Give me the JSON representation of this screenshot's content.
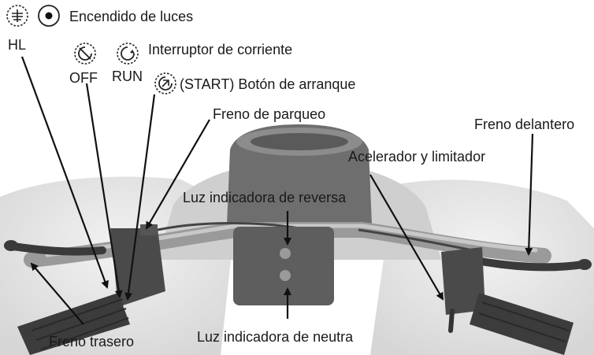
{
  "labels": {
    "light_switch": "Encendido de luces",
    "hl": "HL",
    "power_switch": "Interruptor de corriente",
    "off": "OFF",
    "run": "RUN",
    "start_button": "(START) Botón de arranque",
    "parking_brake": "Freno de parqueo",
    "front_brake": "Freno delantero",
    "throttle": "Acelerador y limitador",
    "reverse_light": "Luz indicadora de reversa",
    "rear_brake": "Freno trasero",
    "neutral_light": "Luz indicadora de neutra"
  },
  "colors": {
    "text": "#1a1a1a",
    "arrow": "#111111",
    "body_panel": "#e4e4e4",
    "bar": "#9a9a9a",
    "grip": "#3c3c3c"
  },
  "icons": [
    "headlight-hl-icon",
    "headlight-on-icon",
    "switch-off-icon",
    "switch-run-icon",
    "start-button-icon"
  ]
}
